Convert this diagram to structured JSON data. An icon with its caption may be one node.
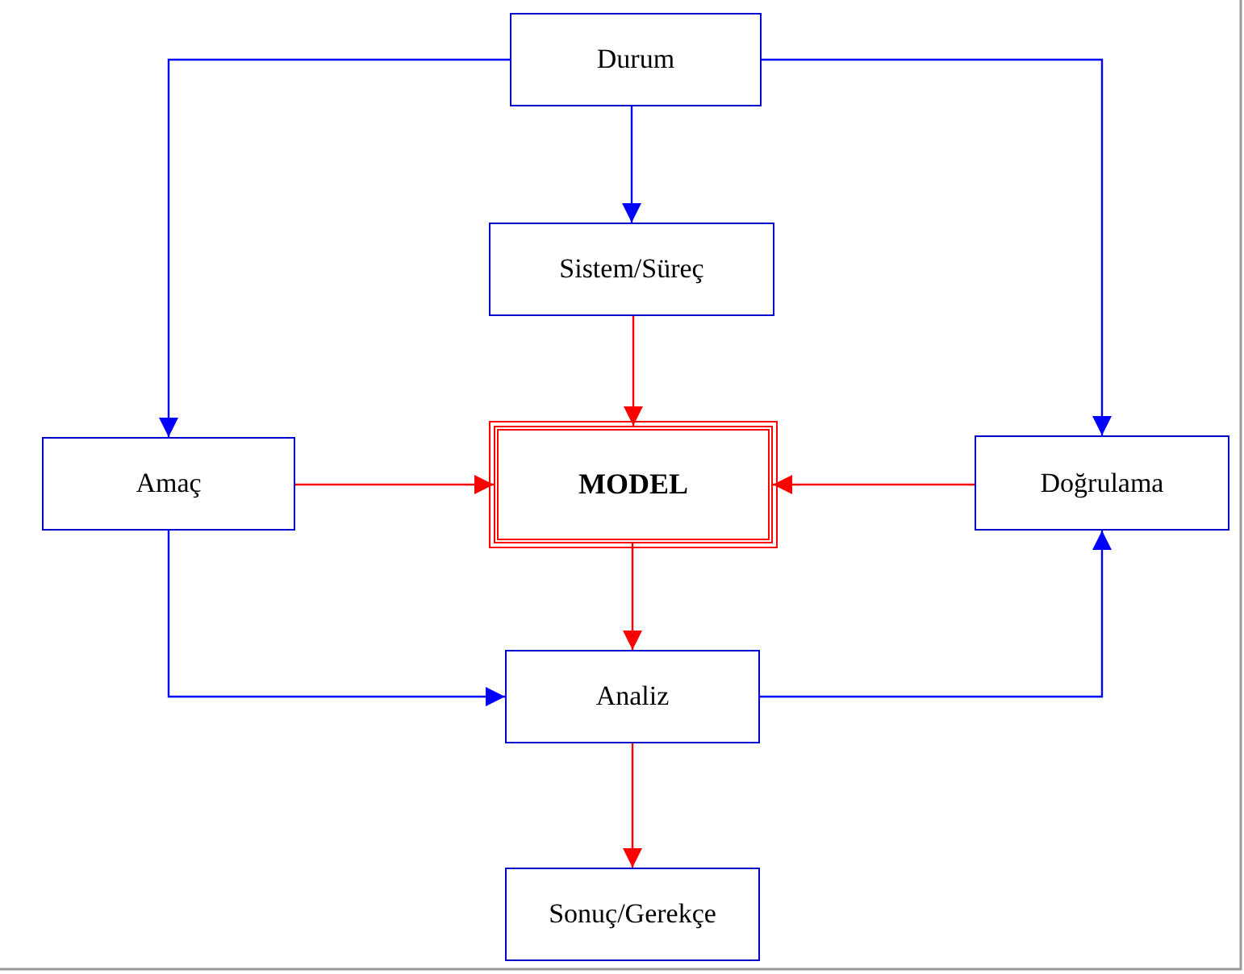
{
  "diagram": {
    "nodes": [
      {
        "text": [
          "Durum"
        ]
      },
      {
        "text": [
          "Sistem/Süreç"
        ]
      },
      {
        "text": [
          "Amaç"
        ]
      },
      {
        "text": [
          "MODEL"
        ]
      },
      {
        "text": [
          "Doğrulama"
        ]
      },
      {
        "text": [
          "Analiz"
        ]
      },
      {
        "text": [
          "Sonuç/Gerekçe"
        ]
      }
    ],
    "edges": [
      {
        "from": 0,
        "to": 1,
        "arrow": "to"
      },
      {
        "from": 0,
        "to": 2,
        "arrow": "to"
      },
      {
        "from": 0,
        "to": 4,
        "arrow": "to"
      },
      {
        "from": 1,
        "to": 3,
        "arrow": "to",
        "color": "#ff0000"
      },
      {
        "from": 2,
        "to": 3,
        "arrow": "to",
        "color": "#ff0000"
      },
      {
        "from": 4,
        "to": 3,
        "arrow": "to",
        "color": "#ff0000"
      },
      {
        "from": 3,
        "to": 5,
        "arrow": "to",
        "color": "#ff0000"
      },
      {
        "from": 2,
        "to": 5,
        "arrow": "to"
      },
      {
        "from": 5,
        "to": 4,
        "arrow": "to"
      },
      {
        "from": 5,
        "to": 6,
        "arrow": "to",
        "color": "#ff0000"
      }
    ]
  }
}
